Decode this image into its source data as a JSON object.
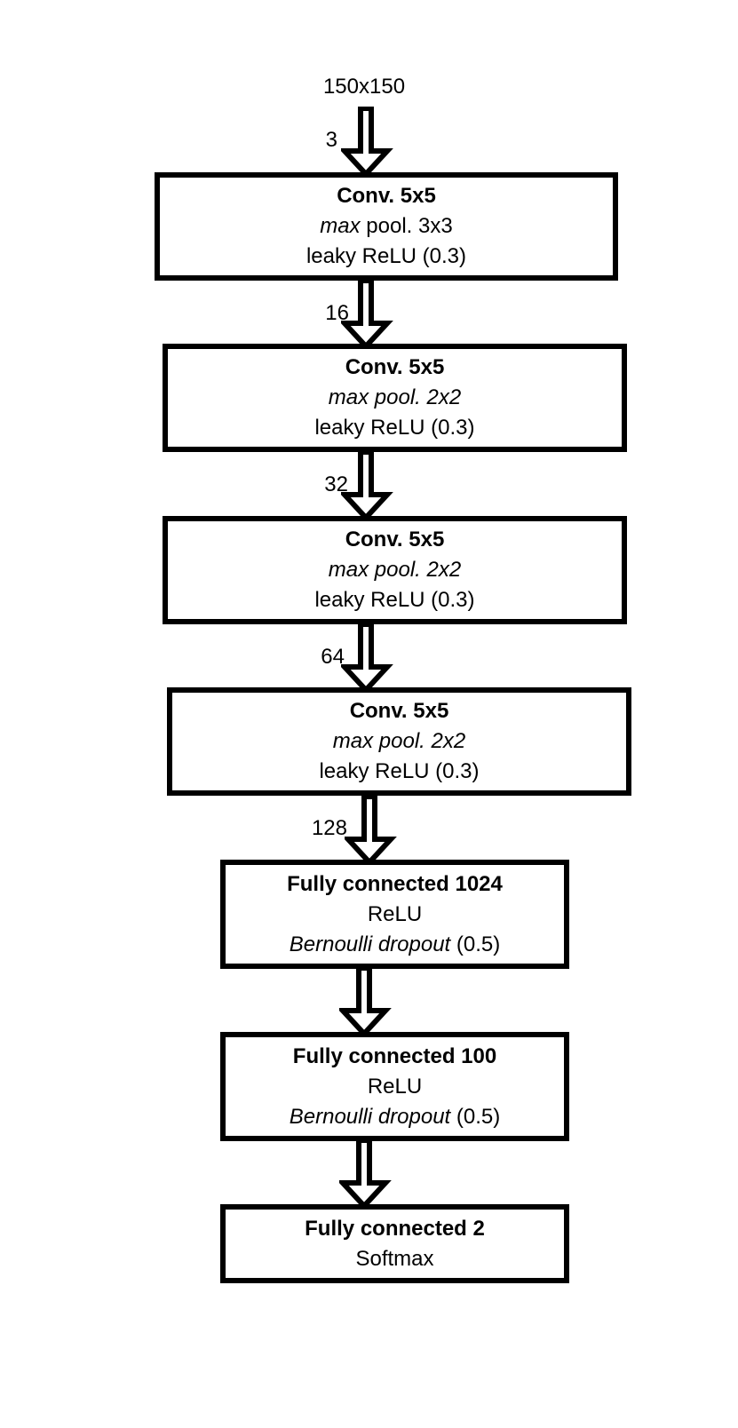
{
  "input": {
    "size": "150x150",
    "channels": "3"
  },
  "blocks": [
    {
      "title": "Conv. 5x5",
      "pool": {
        "italic": "max",
        "normal": " pool. 3x3"
      },
      "act": "leaky ReLU (0.3)",
      "out_channels": "16"
    },
    {
      "title": "Conv. 5x5",
      "pool": {
        "italic": "max pool. 2x2",
        "normal": ""
      },
      "act": "leaky ReLU (0.3)",
      "out_channels": "32"
    },
    {
      "title": "Conv. 5x5",
      "pool": {
        "italic": "max pool. 2x2",
        "normal": ""
      },
      "act": "leaky ReLU (0.3)",
      "out_channels": "64"
    },
    {
      "title": "Conv. 5x5",
      "pool": {
        "italic": "max pool. 2x2",
        "normal": ""
      },
      "act": "leaky ReLU (0.3)",
      "out_channels": "128"
    },
    {
      "title": "Fully connected 1024",
      "act": "ReLU",
      "dropout": {
        "italic": "Bernoulli dropout",
        "normal": " (0.5)"
      }
    },
    {
      "title": "Fully connected 100",
      "act": "ReLU",
      "dropout": {
        "italic": "Bernoulli dropout",
        "normal": " (0.5)"
      }
    },
    {
      "title": "Fully connected 2",
      "act": "Softmax"
    }
  ]
}
